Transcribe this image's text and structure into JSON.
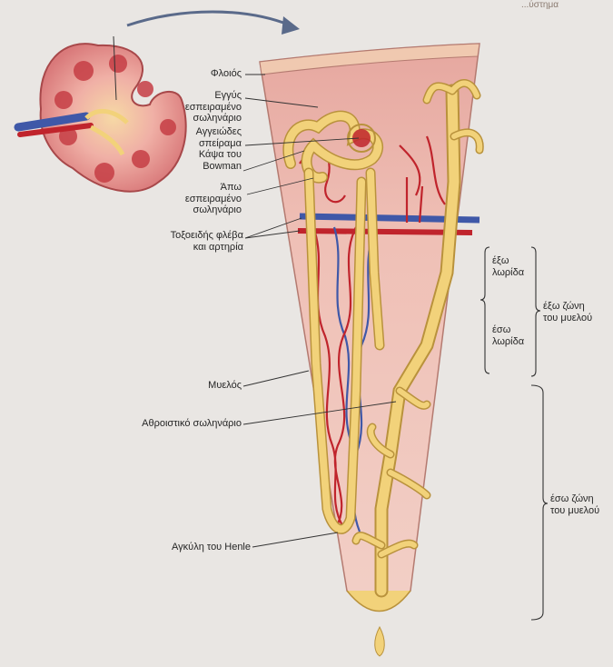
{
  "header_fragment": "...ύστημα",
  "labels": {
    "cortex": "Φλοιός",
    "proximal_tubule": [
      "Εγγύς",
      "εσπειραμένο",
      "σωληνάριο"
    ],
    "glomerulus": [
      "Αγγειώδες",
      "σπείραμα"
    ],
    "bowman_capsule": [
      "Κάψα του",
      "Bowman"
    ],
    "distal_tubule": [
      "Άπω",
      "εσπειραμένο",
      "σωληνάριο"
    ],
    "arcuate_vessels": [
      "Τοξοειδής φλέβα",
      "και αρτηρία"
    ],
    "medulla": "Μυελός",
    "collecting_duct": "Αθροιστικό σωληνάριο",
    "loop_of_henle": "Αγκύλη του Henle",
    "outer_stripe": [
      "έξω",
      "λωρίδα"
    ],
    "inner_stripe": [
      "έσω",
      "λωρίδα"
    ],
    "outer_medulla_zone": [
      "έξω ζώνη",
      "του μυελού"
    ],
    "inner_medulla_zone": [
      "έσω ζώνη",
      "του μυελού"
    ]
  },
  "colors": {
    "background": "#e9e6e3",
    "tissue_cortex": "#e9b0a8",
    "tissue_medulla": "#f0c9bf",
    "artery": "#c0242c",
    "vein": "#3f58a8",
    "tubule": "#f2d27a",
    "tubule_outline": "#b9923c"
  },
  "icons": [
    "kidney-icon",
    "zoom-arrow-icon"
  ]
}
